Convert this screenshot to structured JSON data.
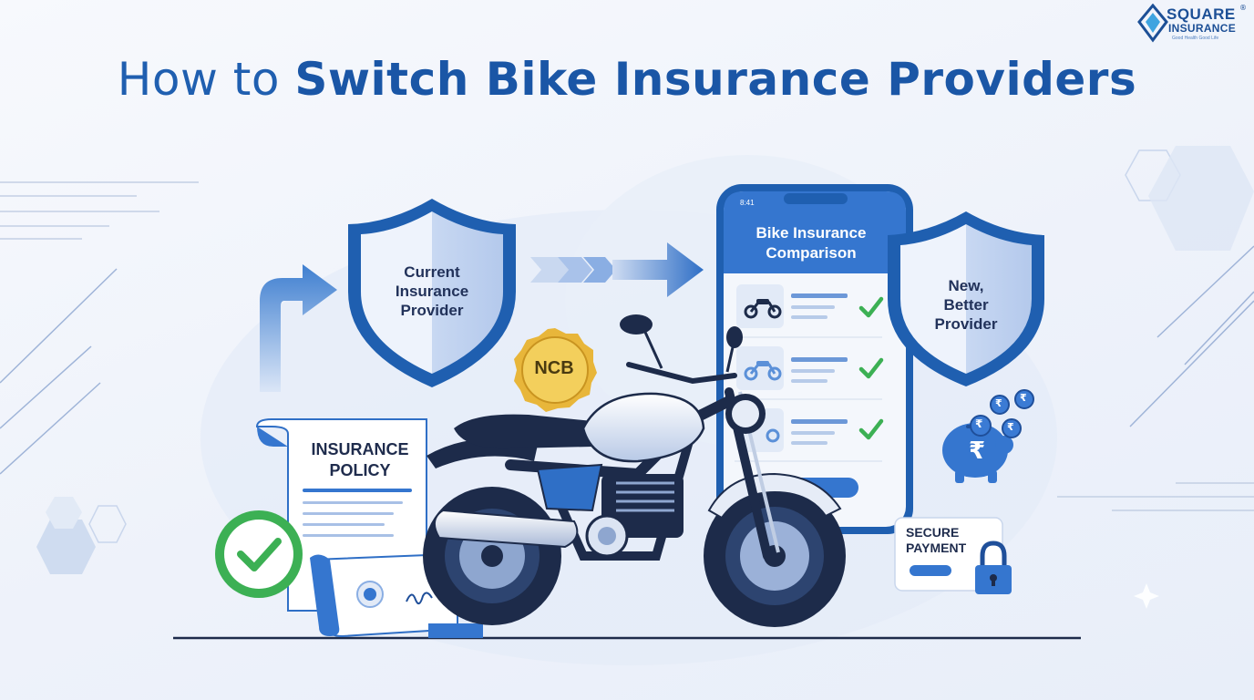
{
  "title": {
    "light": "How to ",
    "bold": "Switch Bike Insurance Providers"
  },
  "logo": {
    "line1": "SQUARE",
    "line2": "INSURANCE",
    "tagline": "Good Health Good Life",
    "registered": "®"
  },
  "shields": {
    "current": {
      "line1": "Current",
      "line2": "Insurance",
      "line3": "Provider"
    },
    "new": {
      "line1": "New,",
      "line2": "Better",
      "line3": "Provider"
    }
  },
  "phone": {
    "time": "8:41",
    "title_line1": "Bike Insurance",
    "title_line2": "Comparison",
    "rows": 3
  },
  "ncb": "NCB",
  "policy": {
    "line1": "INSURANCE",
    "line2": "POLICY"
  },
  "secure": {
    "line1": "SECURE",
    "line2": "PAYMENT"
  },
  "currency_symbol": "₹",
  "colors": {
    "primary": "#1f5fb0",
    "accent_green": "#3cb054",
    "gold": "#e8b63a"
  },
  "icons": [
    "logo-icon",
    "shield-icon",
    "arrow-right-icon",
    "check-icon",
    "motorcycle-icon",
    "piggy-bank-icon",
    "lock-icon",
    "coin-icon",
    "signature-icon",
    "seal-icon"
  ]
}
